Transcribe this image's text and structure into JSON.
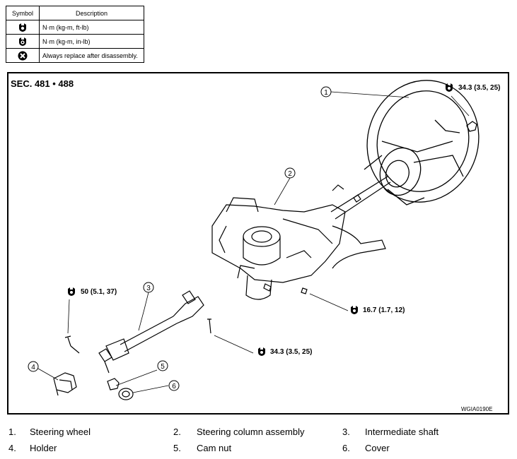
{
  "legend": {
    "header_symbol": "Symbol",
    "header_description": "Description",
    "rows": [
      {
        "icon": "torque-wrench-icon",
        "description": "N·m (kg-m, ft-lb)"
      },
      {
        "icon": "torque-wrench-inlb-icon",
        "description": "N·m (kg-m, in-lb)"
      },
      {
        "icon": "replace-x-icon",
        "description": "Always replace after disassembly."
      }
    ]
  },
  "diagram": {
    "section": "SEC. 481 • 488",
    "figure_code": "WGIA0190E",
    "callouts": [
      "1",
      "2",
      "3",
      "4",
      "5",
      "6"
    ],
    "torques": [
      "34.3 (3.5, 25)",
      "16.7 (1.7, 12)",
      "50 (5.1, 37)",
      "34.3 (3.5, 25)"
    ]
  },
  "parts": [
    {
      "num": "1.",
      "name": "Steering wheel"
    },
    {
      "num": "2.",
      "name": "Steering column assembly"
    },
    {
      "num": "3.",
      "name": "Intermediate shaft"
    },
    {
      "num": "4.",
      "name": "Holder"
    },
    {
      "num": "5.",
      "name": "Cam nut"
    },
    {
      "num": "6.",
      "name": "Cover"
    }
  ]
}
